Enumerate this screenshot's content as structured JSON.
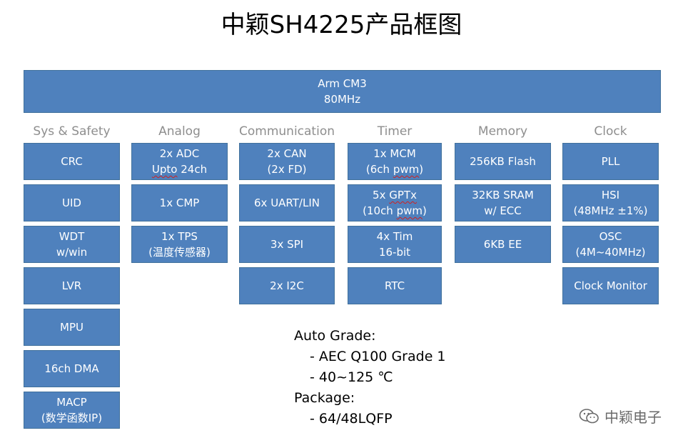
{
  "title": "中颖SH4225产品框图",
  "arm": [
    "Arm CM3",
    "80MHz"
  ],
  "columns": [
    {
      "header": "Sys & Safety",
      "cells": [
        [
          "CRC"
        ],
        [
          "UID"
        ],
        [
          "WDT",
          "w/win"
        ],
        [
          "LVR"
        ],
        [
          "MPU"
        ],
        [
          "16ch DMA"
        ],
        [
          "MACP",
          "(数学函数IP)"
        ]
      ]
    },
    {
      "header": "Analog",
      "cells": [
        [
          "2x ADC",
          "Upto 24ch"
        ],
        [
          "1x CMP"
        ],
        [
          "1x TPS",
          "(温度传感器)"
        ]
      ]
    },
    {
      "header": "Communication",
      "cells": [
        [
          "2x CAN",
          "(2x FD)"
        ],
        [
          "6x UART/LIN"
        ],
        [
          "3x SPI"
        ],
        [
          "2x I2C"
        ]
      ]
    },
    {
      "header": "Timer",
      "cells": [
        [
          "1x MCM",
          "(6ch pwm)"
        ],
        [
          "5x GPTx",
          "(10ch pwm)"
        ],
        [
          "4x Tim",
          "16-bit"
        ],
        [
          "RTC"
        ]
      ]
    },
    {
      "header": "Memory",
      "cells": [
        [
          "256KB Flash"
        ],
        [
          "32KB SRAM",
          "w/ ECC"
        ],
        [
          "6KB EE"
        ]
      ]
    },
    {
      "header": "Clock",
      "cells": [
        [
          "PLL"
        ],
        [
          "HSI",
          "(48MHz ±1%)"
        ],
        [
          "OSC",
          "(4M~40MHz)"
        ],
        [
          "Clock Monitor"
        ]
      ]
    }
  ],
  "info": {
    "auto_grade_label": "Auto Grade:",
    "auto_grade_items": [
      "- AEC Q100 Grade 1",
      "- 40~125 ℃"
    ],
    "package_label": "Package:",
    "package_items": [
      "- 64/48LQFP"
    ]
  },
  "watermark": {
    "text": "中颖电子",
    "icon": "wechat-icon"
  },
  "colors": {
    "box_fill": "#4f81bd",
    "box_border": "#41719c",
    "header_text": "#8e8e8e"
  }
}
